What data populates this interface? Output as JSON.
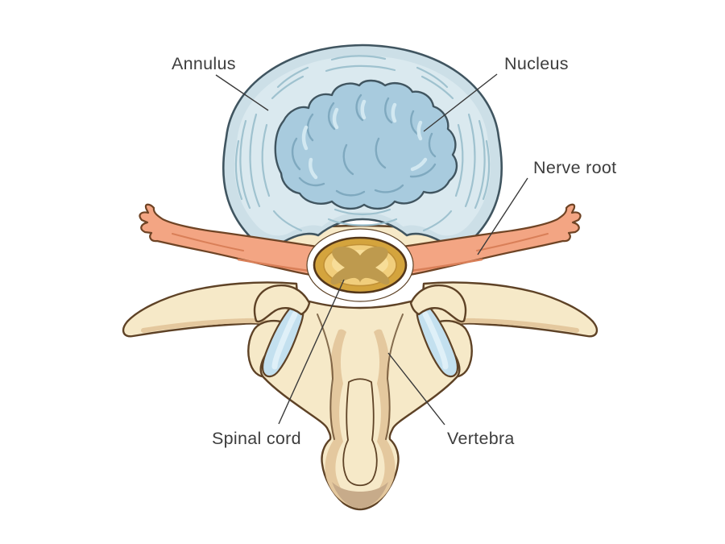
{
  "figure": {
    "type": "medical-diagram",
    "subject": "Intervertebral disc and vertebra, superior (top) view",
    "background": "#ffffff",
    "labels": {
      "annulus": "Annulus",
      "nucleus": "Nucleus",
      "nerve_root": "Nerve root",
      "spinal_cord": "Spinal cord",
      "vertebra": "Vertebra"
    },
    "colors": {
      "annulus_outer": "#CCDFE7",
      "annulus_inner": "#DAE9EF",
      "annulus_line": "#9FC2CF",
      "disc_outline": "#405560",
      "nucleus_fill": "#A8CBDE",
      "nucleus_lobe": "#7FA9BF",
      "nucleus_highlight": "#D2E8F1",
      "bone_fill": "#F6E9C8",
      "bone_shade": "#E4C89E",
      "bone_outline": "#5E4226",
      "spinous_tip": "#C7AB8A",
      "cartilage_fill": "#C3E0EF",
      "cartilage_highlight": "#DFF0F8",
      "nerve_fill": "#F3A583",
      "nerve_shade": "#D97F58",
      "nerve_outline": "#6F4425",
      "cord_ring": "#D4A43D",
      "cord_outline": "#54371A",
      "cord_inner": "#F1CE7C",
      "cord_inner_edge": "#C09036",
      "cord_inner_light": "#F8DF9E",
      "gray_matter": "#BE9A4E",
      "label_text": "#3D3D3D",
      "label_line": "#3A3A3A"
    }
  }
}
